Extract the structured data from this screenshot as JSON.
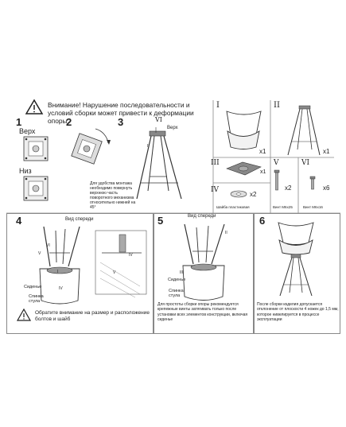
{
  "warning": {
    "text": "Внимание! Нарушение последовательности и условий сборки может привести к деформации опоры."
  },
  "steps": {
    "s1": {
      "num": "1",
      "top": "Верх",
      "bottom": "Низ"
    },
    "s2": {
      "num": "2",
      "note": "Для удобства монтажа необходимо повернуть верхнюю часть поворотного механизма относительно нижней на 45°"
    },
    "s3": {
      "num": "3",
      "roman": "VI",
      "top": "Верх",
      "roman_ii": "II"
    },
    "s4": {
      "num": "4",
      "view": "Вид спереди",
      "l1": "V",
      "l2": "VI",
      "l3": "I",
      "l4": "IV",
      "seat": "Сиденье",
      "back": "Спинка стула",
      "roman_iv": "IV",
      "roman_v": "V"
    },
    "s5": {
      "num": "5",
      "view": "Вид спереди",
      "l1": "II",
      "l2": "III",
      "seat": "Сиденье",
      "back": "Спинка стула",
      "note": "Для простоты сборки опоры рекомендуется крепежные винты затягивать только после установки всех элементов конструкции, включая сиденье"
    },
    "s6": {
      "num": "6",
      "note": "После сборки изделия допускается отклонение от плоскости 4 ножек до 1,5 мм, которое нивелируется в процессе эксплуатации"
    }
  },
  "parts": {
    "p1": {
      "roman": "I",
      "qty": "x1"
    },
    "p2": {
      "roman": "II",
      "qty": "x1"
    },
    "p3": {
      "roman": "III",
      "qty": "x1"
    },
    "p4": {
      "roman": "IV",
      "qty": "x2",
      "name": "Шайба пластиковая"
    },
    "p5": {
      "roman": "V",
      "qty": "x2",
      "name": "Винт М6х25"
    },
    "p6": {
      "roman": "VI",
      "qty": "x6",
      "name": "Винт М6х16"
    }
  },
  "notice": {
    "text": "Обратите внимание на размер и расположение болтов и шайб"
  }
}
